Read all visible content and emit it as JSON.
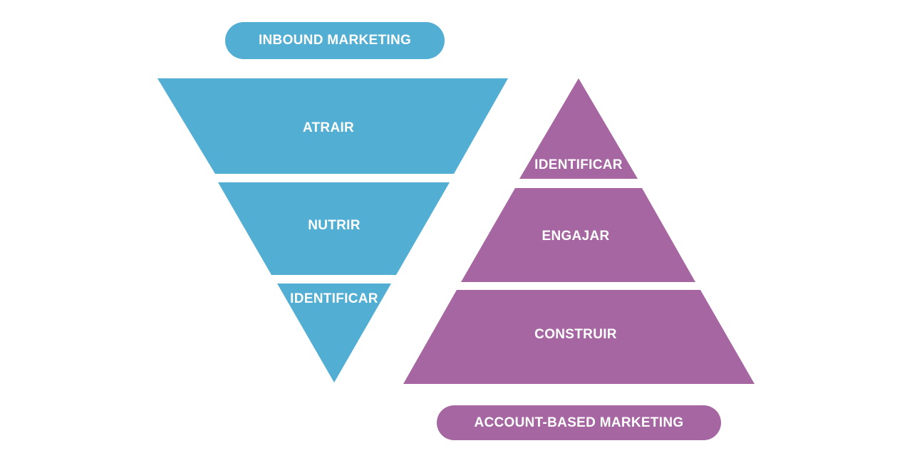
{
  "inbound": {
    "title": "INBOUND MARKETING",
    "color": "#52aed2",
    "stages": [
      {
        "label": "ATRAIR"
      },
      {
        "label": "NUTRIR"
      },
      {
        "label": "IDENTIFICAR"
      }
    ]
  },
  "abm": {
    "title": "ACCOUNT-BASED MARKETING",
    "color": "#a566a2",
    "stages": [
      {
        "label": "IDENTIFICAR"
      },
      {
        "label": "ENGAJAR"
      },
      {
        "label": "CONSTRUIR"
      }
    ]
  }
}
